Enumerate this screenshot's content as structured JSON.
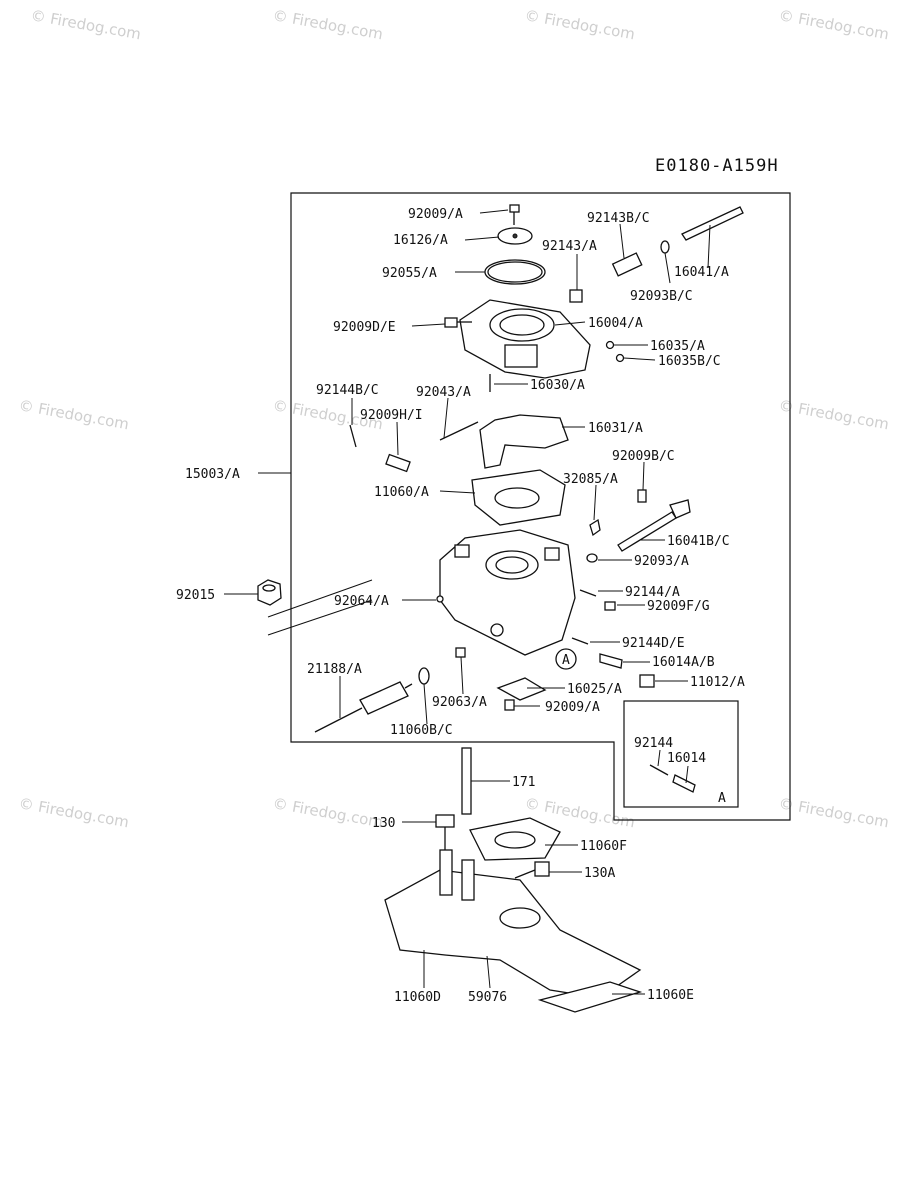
{
  "diagram_id": "E0180-A159H",
  "watermark": "© Firedog.com",
  "inset_label": "A",
  "callout_marker": "A",
  "parts": {
    "p92009A": "92009/A",
    "p16126A": "16126/A",
    "p92055A": "92055/A",
    "p92143BC": "92143B/C",
    "p92143A": "92143/A",
    "p16041A": "16041/A",
    "p92093BC": "92093B/C",
    "p92009DE": "92009D/E",
    "p16004A": "16004/A",
    "p16035A": "16035/A",
    "p16035BC": "16035B/C",
    "p16030A": "16030/A",
    "p92144BC": "92144B/C",
    "p92043A": "92043/A",
    "p92009HI": "92009H/I",
    "p16031A": "16031/A",
    "p15003A": "15003/A",
    "p92009BC": "92009B/C",
    "p11060A": "11060/A",
    "p32085A": "32085/A",
    "p16041BC": "16041B/C",
    "p92093A": "92093/A",
    "p92015": "92015",
    "p92064A": "92064/A",
    "p92144A": "92144/A",
    "p92009FG": "92009F/G",
    "p92144DE": "92144D/E",
    "p16014AB": "16014A/B",
    "p21188A": "21188/A",
    "p16025A": "16025/A",
    "p11012A": "11012/A",
    "p92063A": "92063/A",
    "p92009A2": "92009/A",
    "p11060BC": "11060B/C",
    "p92144": "92144",
    "p16014": "16014",
    "p171": "171",
    "p130": "130",
    "p11060F": "11060F",
    "p130A": "130A",
    "p11060D": "11060D",
    "p59076": "59076",
    "p11060E": "11060E"
  }
}
